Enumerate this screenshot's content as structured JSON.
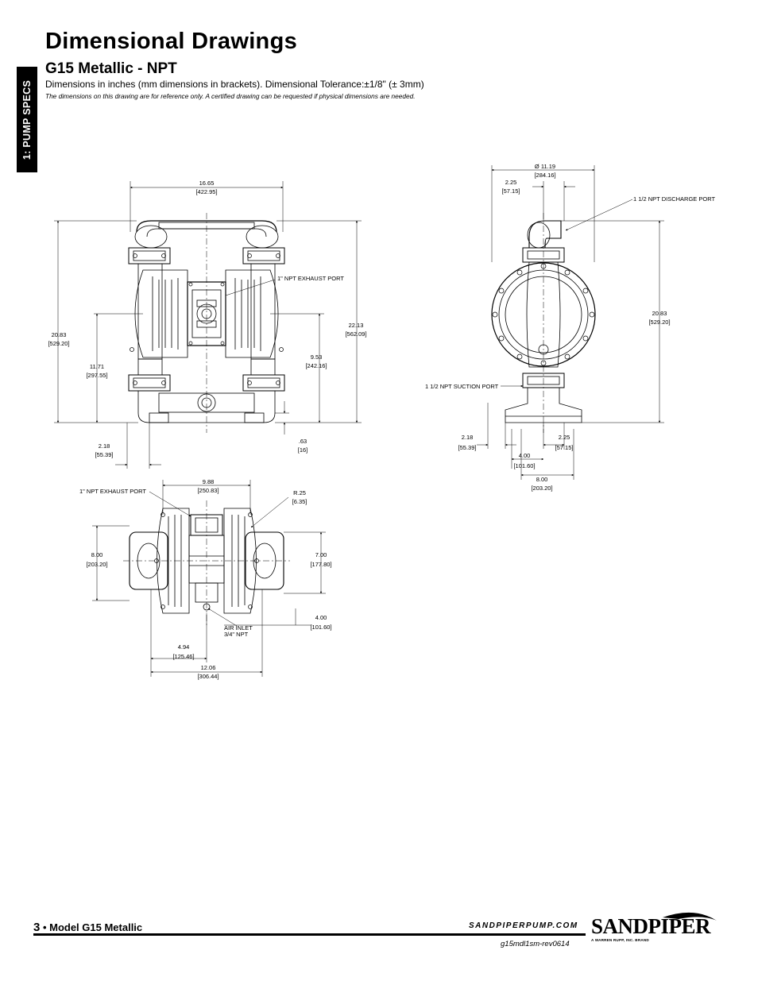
{
  "header": {
    "title": "Dimensional Drawings",
    "subtitle": "G15 Metallic - NPT",
    "note": "Dimensions in inches (mm dimensions in brackets).  Dimensional Tolerance:±1/8\" (± 3mm)",
    "note_italic": "The dimensions on this drawing are for reference only.  A certified drawing can be requested if physical dimensions are needed."
  },
  "side_tab": {
    "label": "1: PUMP SPECS"
  },
  "front_view": {
    "dim_width": "16.65",
    "dim_width_mm": "[422.95]",
    "dim_height": "20.83",
    "dim_height_mm": "[529.20]",
    "dim_total_height": "22.13",
    "dim_total_height_mm": "[562.09]",
    "dim_mid_height": "11.71",
    "dim_mid_height_mm": "[297.55]",
    "dim_exhaust_height": "9.53",
    "dim_exhaust_height_mm": "[242.16]",
    "dim_foot_offset": "2.18",
    "dim_foot_offset_mm": "[55.39]",
    "dim_base": ".63",
    "dim_base_mm": "[16]",
    "label_exhaust": "1\" NPT EXHAUST PORT"
  },
  "side_view": {
    "dim_diameter": "Ø 11.19",
    "dim_diameter_mm": "[284.16]",
    "dim_top_offset": "2.25",
    "dim_top_offset_mm": "[57.15]",
    "dim_height": "20.83",
    "dim_height_mm": "[529.20]",
    "dim_foot_left": "2.18",
    "dim_foot_left_mm": "[55.39]",
    "dim_foot_right": "2.25",
    "dim_foot_right_mm": "[57.15]",
    "dim_foot_mid": "4.00",
    "dim_foot_mid_mm": "[101.60]",
    "dim_foot_total": "8.00",
    "dim_foot_total_mm": "[203.20]",
    "label_discharge": "1 1/2 NPT DISCHARGE PORT",
    "label_suction": "1 1/2 NPT SUCTION PORT"
  },
  "top_view": {
    "dim_width": "9.88",
    "dim_width_mm": "[250.83]",
    "dim_radius": "R.25",
    "dim_radius_mm": "[6.35]",
    "dim_depth": "8.00",
    "dim_depth_mm": "[203.20]",
    "dim_depth_inner": "7.00",
    "dim_depth_inner_mm": "[177.80]",
    "dim_inlet_offset": "4.00",
    "dim_inlet_offset_mm": "[101.60]",
    "dim_half_width": "4.94",
    "dim_half_width_mm": "[125.46]",
    "dim_total_width": "12.06",
    "dim_total_width_mm": "[306.44]",
    "label_exhaust": "1\" NPT EXHAUST PORT",
    "label_air_inlet": "AIR INLET",
    "label_air_inlet_size": "3/4\" NPT"
  },
  "footer": {
    "page_number": "3",
    "model": " • Model G15 Metallic",
    "website": "SANDPIPERPUMP.COM",
    "doc_code": "g15mdl1sm-rev0614",
    "logo_text": "SANDPIPER",
    "logo_sub": "A WARREN RUPP, INC. BRAND"
  }
}
